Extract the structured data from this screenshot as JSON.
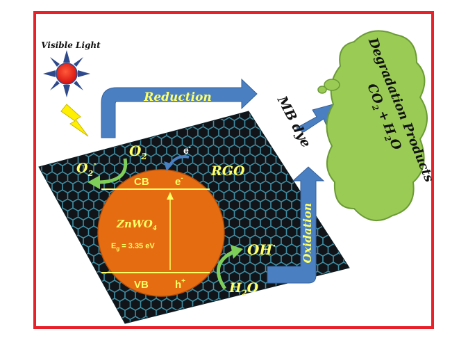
{
  "light": {
    "label": "Visible Light",
    "icon": "sun-icon"
  },
  "arrows": {
    "reduction": "Reduction",
    "oxidation": "Oxidation"
  },
  "dye": "MB dye",
  "products": {
    "line1": "Degradation Products",
    "co2": "CO",
    "co2_sub": "2",
    "plus": "+",
    "h2o_h": "H",
    "h2o_sub": "2",
    "h2o_o": "O"
  },
  "support": "RGO",
  "catalyst": {
    "name": "ZnWO",
    "name_sub": "4",
    "gap_pre": "E",
    "gap_sub": "g",
    "gap_val": " = 3.35 eV"
  },
  "bands": {
    "cb": "CB",
    "vb": "VB",
    "electron_cb": "e",
    "electron_sup": "-",
    "hole": "h",
    "hole_sup": "+",
    "electron_top": "e",
    "electron_top_sup": "-"
  },
  "species": {
    "o2_base": "O",
    "o2_sub": "2",
    "o2rad_base": "O",
    "o2rad_sub": "2",
    "o2rad_sup": "-",
    "oh": "OH",
    "oh_sup": "·",
    "h2o_h": "H",
    "h2o_sub": "2",
    "h2o_o": "O"
  },
  "colors": {
    "frame": "#e8202a",
    "sphere": "#e66c11",
    "cloud": "#9acb55",
    "arrow": "#4a7fc1",
    "label": "#ffff66",
    "graphene": "#163a48"
  }
}
